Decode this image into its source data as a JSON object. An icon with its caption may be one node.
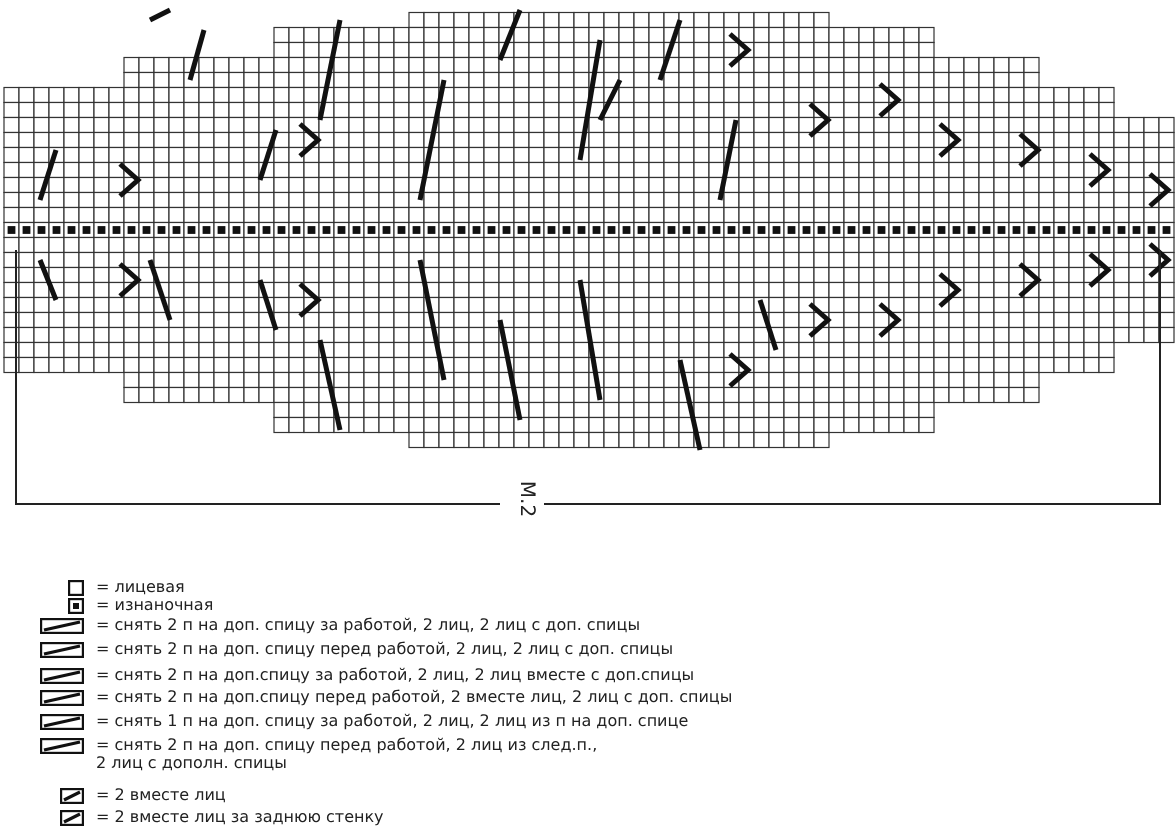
{
  "diagram": {
    "labels": [
      "М.2"
    ],
    "legend": [
      {
        "text": "= лицевая"
      },
      {
        "text": "= изнаночная"
      },
      {
        "text": "= снять 2 п на доп. спицу за работой, 2 лиц, 2 лиц с доп. спицы"
      },
      {
        "text": "= снять 2 п на доп. спицу перед работой, 2 лиц, 2 лиц с доп. спицы"
      },
      {
        "text": "= снять 2 п на доп.спицу за работой, 2 лиц, 2 лиц вместе с доп.спицы"
      },
      {
        "text": "= снять 2 п на доп.спицу перед работой, 2 вместе лиц, 2 лиц с доп. спицы"
      },
      {
        "text": "= снять 1 п на доп. спицу за работой, 2 лиц, 2 лиц из п на доп. спице"
      },
      {
        "text": "= снять 2 п на доп. спицу перед работой, 2 лиц из след.п., 2 лиц с дополн. спицы"
      },
      {
        "text": "= 2 вместе лиц"
      },
      {
        "text": "= 2 вместе лиц за заднюю стенку"
      }
    ]
  }
}
